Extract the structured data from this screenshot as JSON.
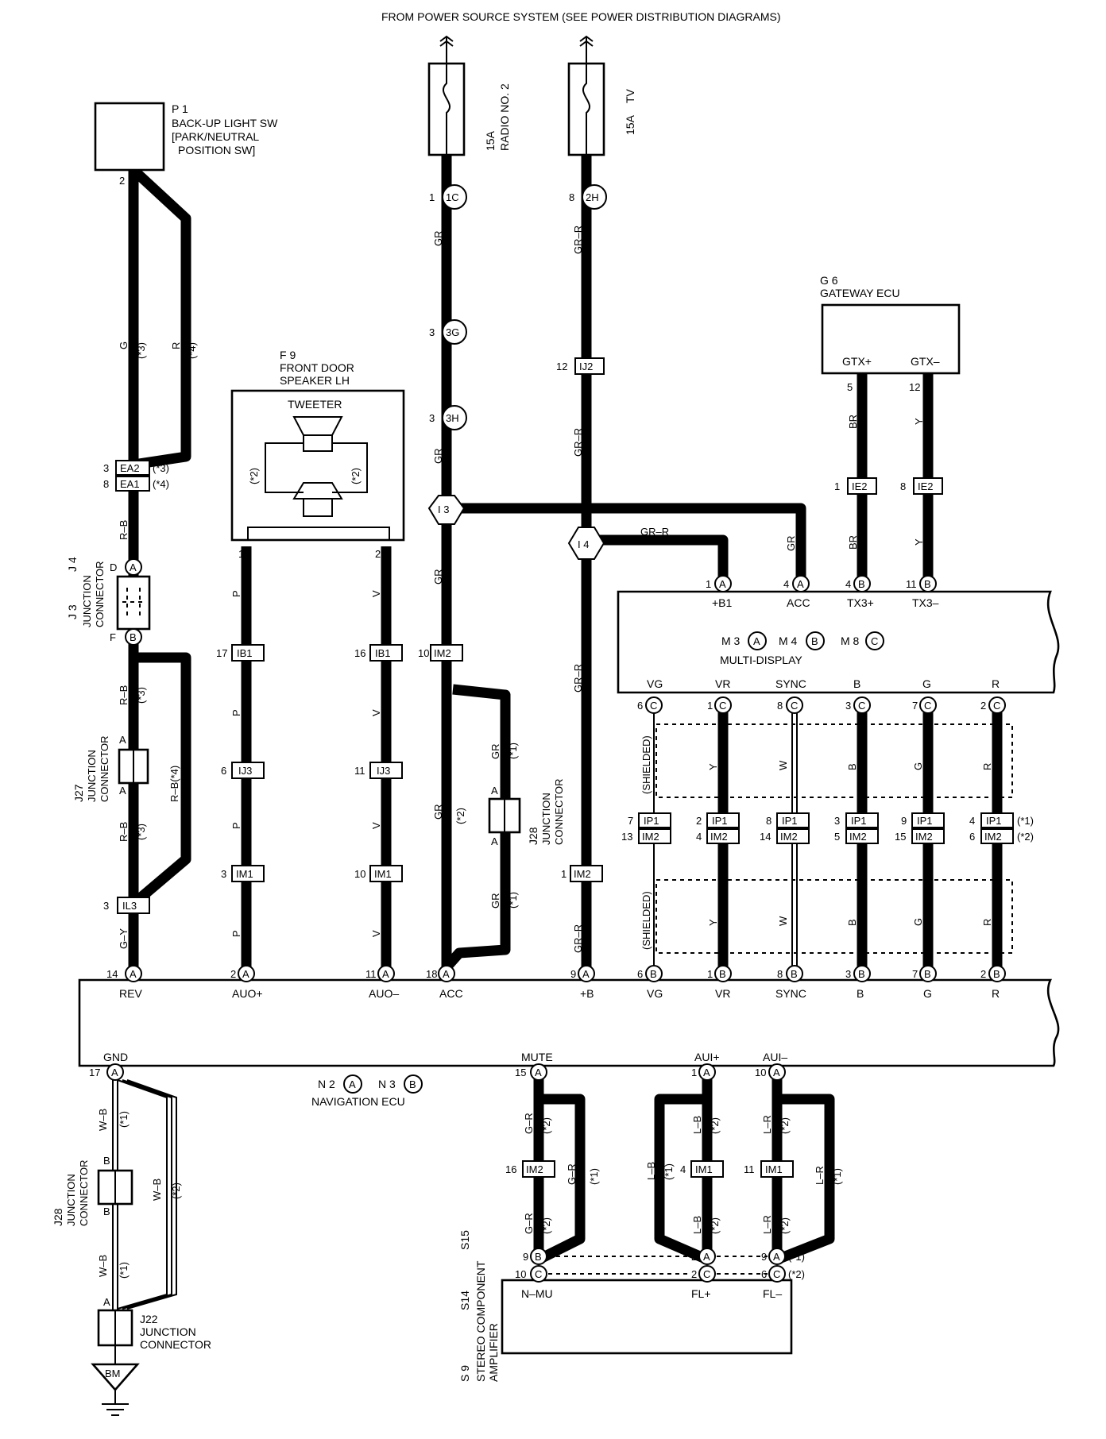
{
  "header": {
    "power_source": "FROM POWER SOURCE SYSTEM (SEE POWER DISTRIBUTION DIAGRAMS)"
  },
  "fuses": [
    {
      "amps": "15A",
      "name": "RADIO NO. 2"
    },
    {
      "amps": "15A",
      "name": "TV"
    }
  ],
  "components": {
    "p1": {
      "code": "P 1",
      "name": "BACK-UP LIGHT SW",
      "sub1": "[PARK/NEUTRAL",
      "sub2": "POSITION SW]",
      "pin": "2"
    },
    "f9": {
      "code": "F 9",
      "name1": "FRONT DOOR",
      "name2": "SPEAKER LH",
      "tweeter": "TWEETER",
      "note": "(*2)",
      "pin1": "1",
      "pin2": "2"
    },
    "g6": {
      "code": "G 6",
      "name": "GATEWAY ECU",
      "pin_a": "GTX+",
      "pin_b": "GTX–"
    },
    "multi_display": {
      "codes": [
        "M 3",
        "M 4",
        "M 8"
      ],
      "letters": [
        "A",
        "B",
        "C"
      ],
      "name": "MULTI-DISPLAY",
      "top_pins": [
        "+B1",
        "ACC",
        "TX3+",
        "TX3–"
      ],
      "bottom_pins": [
        "VG",
        "VR",
        "SYNC",
        "B",
        "G",
        "R"
      ]
    },
    "nav_ecu": {
      "codes": [
        "N 2",
        "N 3"
      ],
      "letters": [
        "A",
        "B"
      ],
      "name": "NAVIGATION ECU",
      "top_pins": [
        "REV",
        "AUO+",
        "AUO–",
        "ACC",
        "+B",
        "VG",
        "VR",
        "SYNC",
        "B",
        "G",
        "R"
      ],
      "bottom_pins": [
        "GND",
        "MUTE",
        "AUI+",
        "AUI–"
      ]
    },
    "amp": {
      "codes": [
        "S 9",
        "S14",
        "S15"
      ],
      "letters": [
        "C",
        "A",
        "B"
      ],
      "name1": "STEREO COMPONENT",
      "name2": "AMPLIFIER",
      "pins": [
        "N–MU",
        "FL+",
        "FL–"
      ]
    },
    "j3j4": {
      "codes": [
        "J 3",
        "J 4"
      ],
      "letters": [
        "A",
        "B"
      ],
      "name1": "JUNCTION",
      "name2": "CONNECTOR"
    },
    "j27": {
      "code": "J27",
      "name1": "JUNCTION",
      "name2": "CONNECTOR"
    },
    "j28": {
      "code": "J28",
      "name1": "JUNCTION",
      "name2": "CONNECTOR"
    },
    "j22": {
      "code": "J22",
      "name1": "JUNCTION",
      "name2": "CONNECTOR"
    },
    "ground": "BM"
  },
  "connectors": {
    "c1C": "1C",
    "c2H": "2H",
    "c3G": "3G",
    "c3H": "3H",
    "i3": "I 3",
    "i4": "I 4",
    "IJ2": "IJ2",
    "IE2": "IE2",
    "EA2": "EA2",
    "EA1": "EA1",
    "IB1": "IB1",
    "IJ3": "IJ3",
    "IM1": "IM1",
    "IM2": "IM2",
    "IL3": "IL3",
    "IP1": "IP1"
  },
  "wires": {
    "G": "G",
    "R": "R",
    "GR": "GR",
    "GR_R": "GR–R",
    "BR": "BR",
    "Y": "Y",
    "R_B": "R–B",
    "R_B4": "R–B(*4)",
    "P": "P",
    "V": "V",
    "G_Y": "G–Y",
    "W": "W",
    "B": "B",
    "W_B": "W–B",
    "G_R": "G–R",
    "L_B": "L–B",
    "L_R": "L–R"
  },
  "notes": {
    "n1": "(*1)",
    "n2": "(*2)",
    "n3": "(*3)",
    "n4": "(*4)",
    "s1": "(*1)",
    "s2": "(*2)",
    "s3": "(*3)",
    "s4": "(*4)",
    "shielded": "(SHIELDED)"
  },
  "letters": {
    "A": "A",
    "B": "B",
    "C": "C",
    "D": "D",
    "F": "F"
  },
  "pin_numbers": {
    "n1": "1",
    "n2": "2",
    "n3": "3",
    "n4": "4",
    "n5": "5",
    "n6": "6",
    "n7": "7",
    "n8": "8",
    "n9": "9",
    "n10": "10",
    "n11": "11",
    "n12": "12",
    "n13": "13",
    "n14": "14",
    "n15": "15",
    "n16": "16",
    "n17": "17",
    "n18": "18"
  }
}
